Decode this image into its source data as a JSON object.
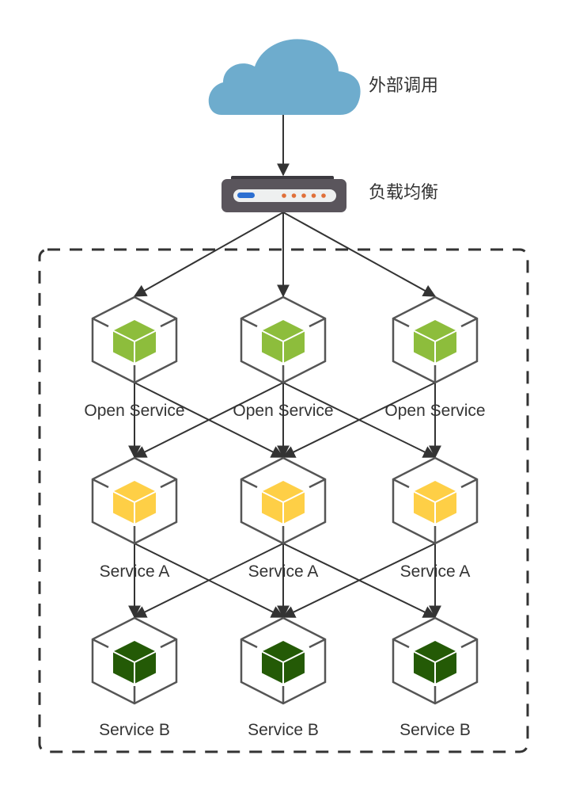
{
  "title_labels": {
    "cloud": "外部调用",
    "load_balancer": "负载均衡"
  },
  "colors": {
    "cloud": "#6eaccd",
    "lb_body": "#5a555c",
    "lb_panel": "#eef0f0",
    "lb_led": "#2c6fd1",
    "lb_ports": "#e0703a",
    "edge": "#333333",
    "hex_stroke": "#555555",
    "open_service": "#8dbd3c",
    "service_a": "#fecf46",
    "service_b": "#245a06"
  },
  "rows": [
    {
      "tier": "open_service",
      "label": "Open Service",
      "count": 3
    },
    {
      "tier": "service_a",
      "label": "Service A",
      "count": 3
    },
    {
      "tier": "service_b",
      "label": "Service B",
      "count": 3
    }
  ],
  "edges": {
    "cloud_to_lb": true,
    "lb_to_row0": "all",
    "row_to_next_row": "each node connects to its own column and adjacent columns"
  },
  "boundary": {
    "style": "dashed"
  }
}
